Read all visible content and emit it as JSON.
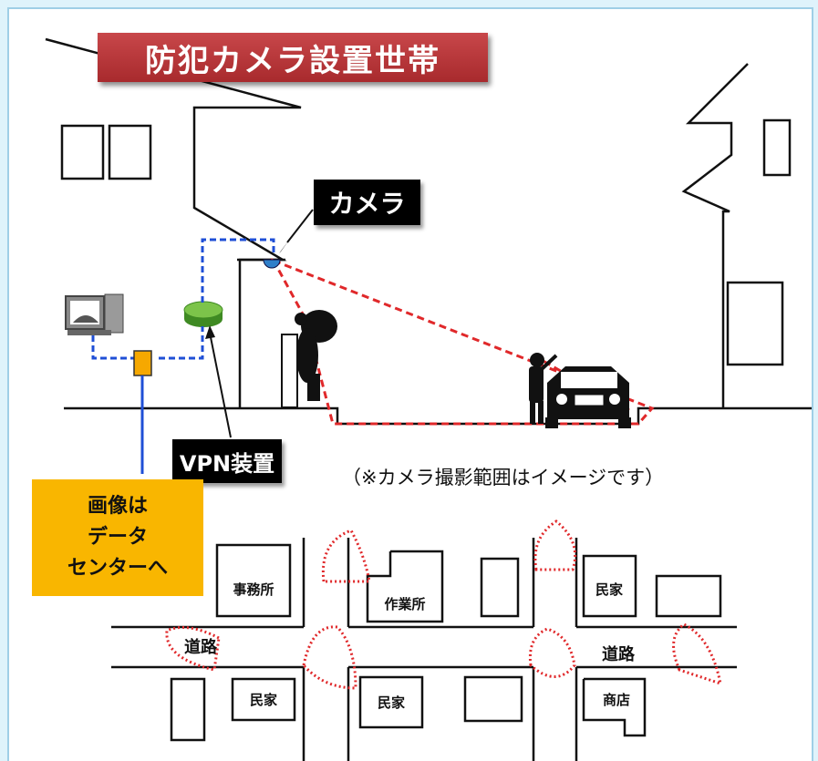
{
  "title": "防犯カメラ設置世帯",
  "labels": {
    "camera": "カメラ",
    "vpn_device": "VPN装置",
    "capture_note": "（※カメラ撮影範囲はイメージです）"
  },
  "data_center": {
    "line1": "画像は",
    "line2": "データ",
    "line3": "センターへ"
  },
  "map": {
    "office": "事務所",
    "workshop": "作業所",
    "house_top_right": "民家",
    "road_left": "道路",
    "road_right": "道路",
    "house_bottom_left": "民家",
    "house_bottom_center": "民家",
    "shop": "商店"
  },
  "colors": {
    "title_bg": "#b8373a",
    "camera_range": "#e0282a",
    "network_line": "#1f4fd6",
    "data_box": "#f9b600",
    "vpn_device": "#6ab53c",
    "camera_dome": "#2f7fc9"
  }
}
